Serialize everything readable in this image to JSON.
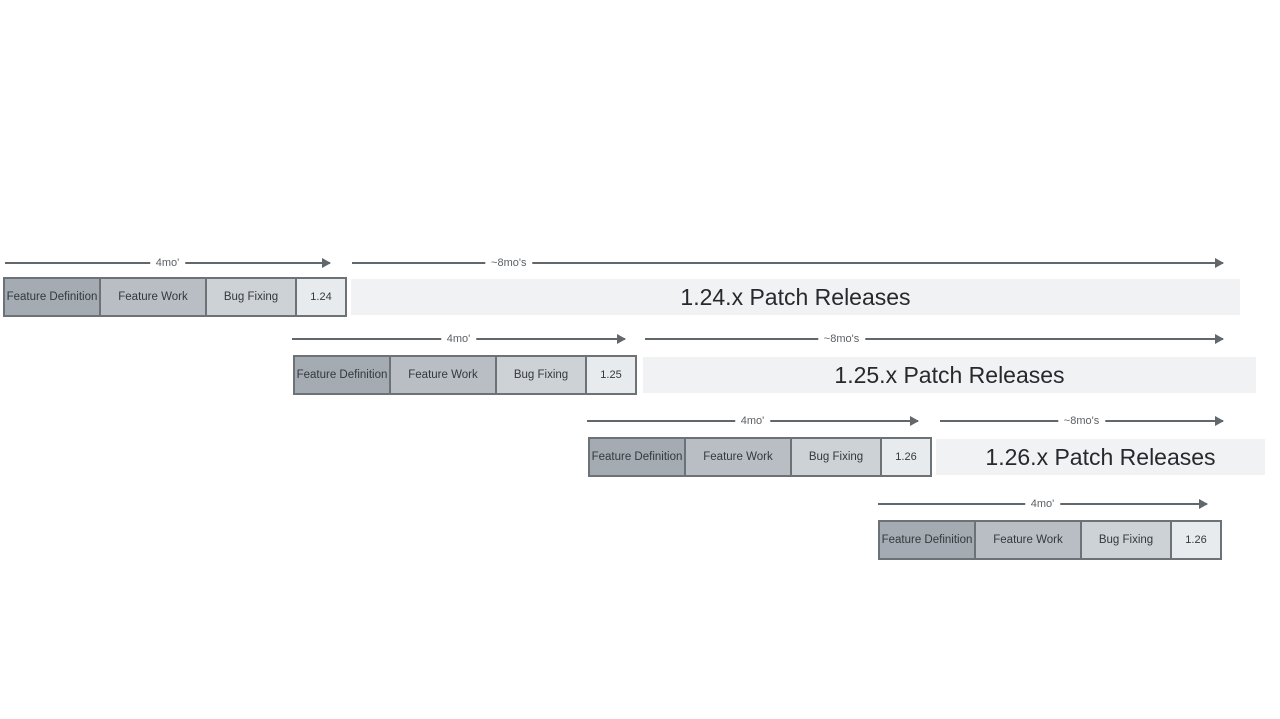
{
  "diagram_title": "release-cadence-timeline",
  "palette": {
    "feature_definition_fill": "#a4abb2",
    "feature_work_fill": "#b8bec4",
    "bug_fixing_fill": "#cdd2d6",
    "version_box_fill": "#e8ebee",
    "patch_bar_fill": "#f0f2f4",
    "box_border": "#6d7277",
    "arrow_color": "#62676c",
    "label_text": "#5c6165",
    "patch_text": "#26292d"
  },
  "rows": [
    {
      "dev_duration_label": "4mo'",
      "patch_duration_label": "~8mo's",
      "boxes": [
        {
          "label": "Feature Definition"
        },
        {
          "label": "Feature Work"
        },
        {
          "label": "Bug Fixing"
        },
        {
          "label": "1.24"
        }
      ],
      "patch_bar_label": "1.24.x Patch Releases"
    },
    {
      "dev_duration_label": "4mo'",
      "patch_duration_label": "~8mo's",
      "boxes": [
        {
          "label": "Feature Definition"
        },
        {
          "label": "Feature Work"
        },
        {
          "label": "Bug Fixing"
        },
        {
          "label": "1.25"
        }
      ],
      "patch_bar_label": "1.25.x Patch Releases"
    },
    {
      "dev_duration_label": "4mo'",
      "patch_duration_label": "~8mo's",
      "boxes": [
        {
          "label": "Feature Definition"
        },
        {
          "label": "Feature Work"
        },
        {
          "label": "Bug Fixing"
        },
        {
          "label": "1.26"
        }
      ],
      "patch_bar_label": "1.26.x Patch Releases"
    },
    {
      "dev_duration_label": "4mo'",
      "boxes": [
        {
          "label": "Feature Definition"
        },
        {
          "label": "Feature Work"
        },
        {
          "label": "Bug Fixing"
        },
        {
          "label": "1.26"
        }
      ]
    }
  ]
}
